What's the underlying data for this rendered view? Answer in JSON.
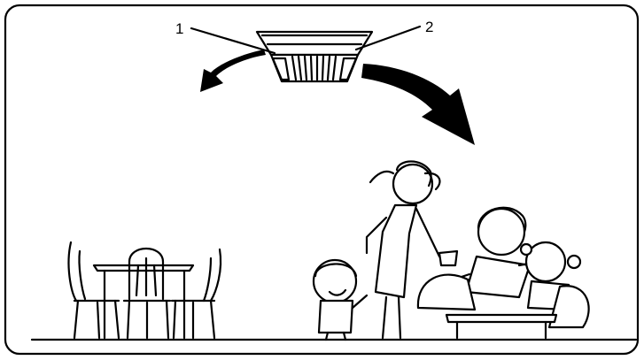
{
  "callouts": {
    "left": "1",
    "right": "2"
  },
  "colors": {
    "line": "#000000",
    "background": "#ffffff"
  },
  "icons": [
    "ceiling-cassette-unit",
    "airflow-arrow-left",
    "airflow-arrow-right",
    "dining-set",
    "family-group"
  ]
}
